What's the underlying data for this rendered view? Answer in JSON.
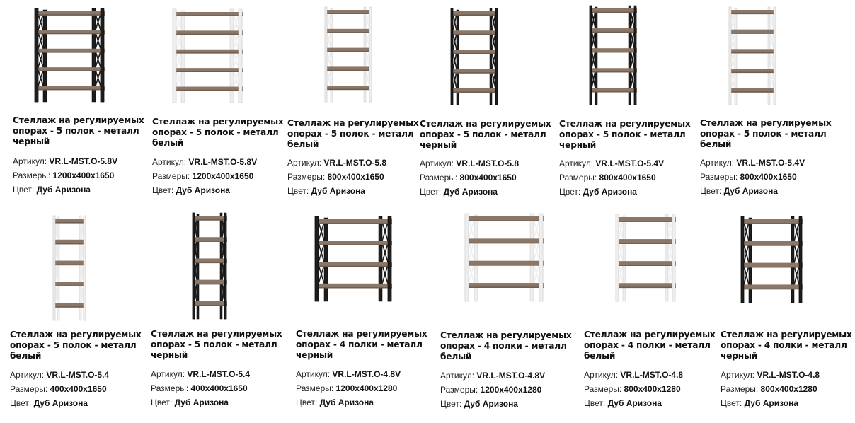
{
  "labels": {
    "article": "Артикул:",
    "size": "Размеры:",
    "color": "Цвет:"
  },
  "colors": {
    "wood": "#8a7767",
    "wood_dark": "#6e5d50",
    "metal_black": "#1e1e1e",
    "metal_white": "#eeeeee",
    "metal_white_edge": "#c9c9c9"
  },
  "products": [
    {
      "title": "Стеллаж на регулируемых опорах - 5 полок - металл черный",
      "article": "VR.L-MST.O-5.8V",
      "size": "1200x400x1650",
      "color": "Дуб Аризона",
      "frame": "black",
      "shelves": 5,
      "shape": "wide",
      "wood_color": "#8a7767"
    },
    {
      "title": "Стеллаж на регулируемых опорах - 5 полок - металл белый",
      "article": "VR.L-MST.O-5.8V",
      "size": "1200x400x1650",
      "color": "Дуб Аризона",
      "frame": "white",
      "shelves": 5,
      "shape": "wide",
      "wood_color": "#8a7767"
    },
    {
      "title": "Стеллаж на регулируемых опорах - 5 полок - металл белый",
      "article": "VR.L-MST.O-5.8",
      "size": "800x400x1650",
      "color": "Дуб Аризона",
      "frame": "white",
      "shelves": 5,
      "shape": "medium",
      "wood_color": "#8a7767"
    },
    {
      "title": "Стеллаж на регулируемых опорах - 5 полок - металл черный",
      "article": "VR.L-MST.O-5.8",
      "size": "800x400x1650",
      "color": "Дуб Аризона",
      "frame": "black",
      "shelves": 5,
      "shape": "medium",
      "wood_color": "#8a7767"
    },
    {
      "title": "Стеллаж на регулируемых опорах - 5 полок - металл черный",
      "article": "VR.L-MST.O-5.4V",
      "size": "800x400x1650",
      "color": "Дуб Аризона",
      "frame": "black",
      "shelves": 5,
      "shape": "medium",
      "wood_color": "#8a7767"
    },
    {
      "title": "Стеллаж на регулируемых опорах - 5 полок - металл белый",
      "article": "VR.L-MST.O-5.4V",
      "size": "800x400x1650",
      "color": "Дуб Аризона",
      "frame": "white",
      "shelves": 5,
      "shape": "medium",
      "wood_color": "#8a7767"
    },
    {
      "title": "Стеллаж на регулируемых опорах - 5 полок - металл белый",
      "article": "VR.L-MST.O-5.4",
      "size": "400x400x1650",
      "color": "Дуб Аризона",
      "frame": "white",
      "shelves": 5,
      "shape": "narrow",
      "wood_color": "#8a7767"
    },
    {
      "title": "Стеллаж на регулируемых опорах - 5 полок - металл черный",
      "article": "VR.L-MST.O-5.4",
      "size": "400x400x1650",
      "color": "Дуб Аризона",
      "frame": "black",
      "shelves": 5,
      "shape": "narrow",
      "wood_color": "#8a7767"
    },
    {
      "title": "Стеллаж на регулируемых опорах - 4 полки - металл черный",
      "article": "VR.L-MST.O-4.8V",
      "size": "1200x400x1280",
      "color": "Дуб Аризона",
      "frame": "black",
      "shelves": 4,
      "shape": "squat",
      "wood_color": "#8a7767"
    },
    {
      "title": "Стеллаж на регулируемых опорах - 4 полки - металл белый",
      "article": "VR.L-MST.O-4.8V",
      "size": "1200x400x1280",
      "color": "Дуб Аризона",
      "frame": "white",
      "shelves": 4,
      "shape": "squat",
      "wood_color": "#8a7767"
    },
    {
      "title": "Стеллаж на регулируемых опорах - 4 полки - металл белый",
      "article": "VR.L-MST.O-4.8",
      "size": "800x400x1280",
      "color": "Дуб Аризона",
      "frame": "white",
      "shelves": 4,
      "shape": "squat-medium",
      "wood_color": "#8a7767"
    },
    {
      "title": "Стеллаж на регулируемых опорах - 4 полки - металл черный",
      "article": "VR.L-MST.O-4.8",
      "size": "800x400x1280",
      "color": "Дуб Аризона",
      "frame": "black",
      "shelves": 4,
      "shape": "squat-medium",
      "wood_color": "#8a7767"
    }
  ]
}
